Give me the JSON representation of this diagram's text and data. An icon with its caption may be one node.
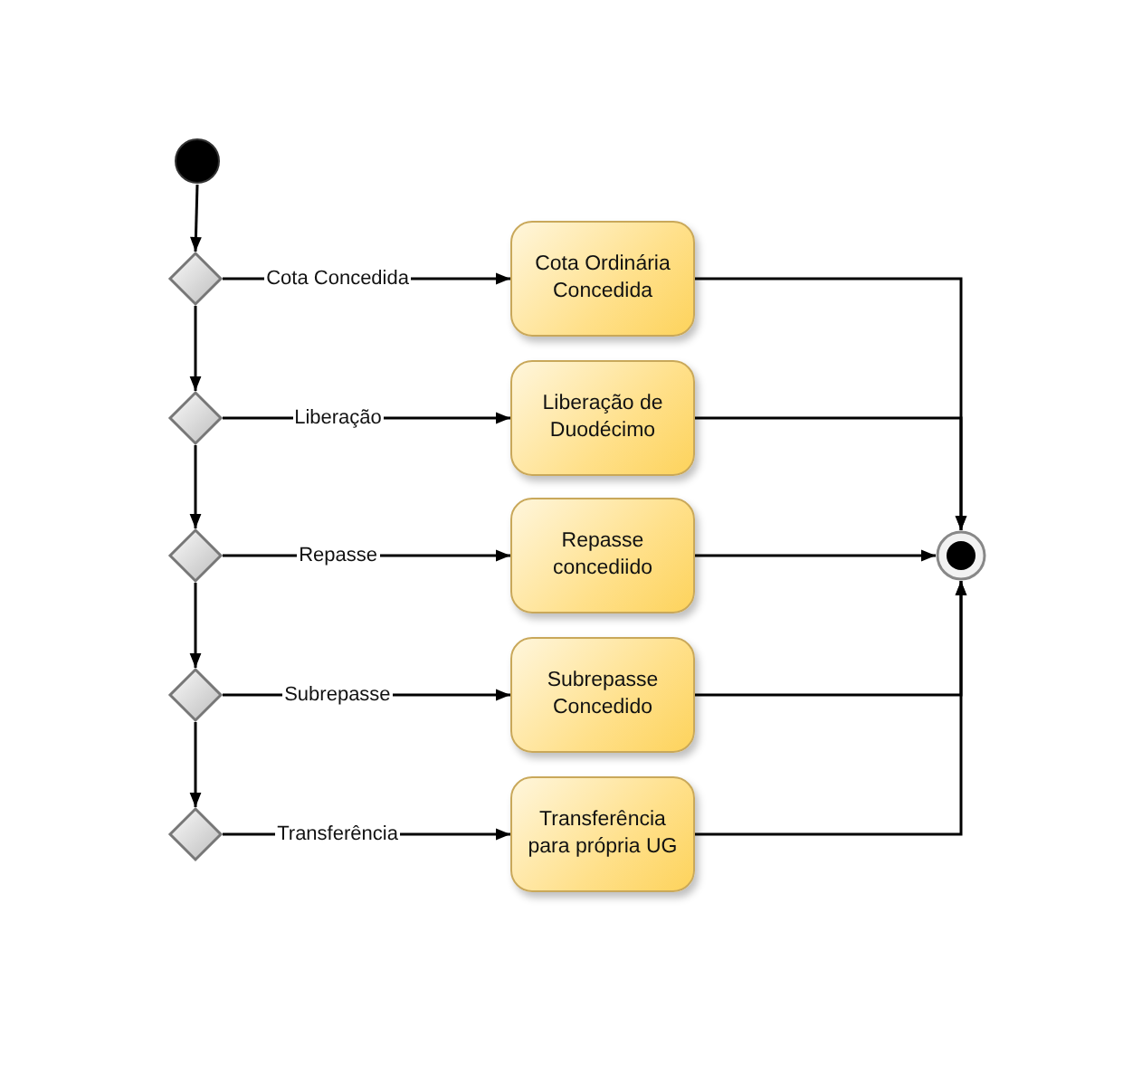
{
  "diagram": {
    "nodes": [
      {
        "text": [],
        "shape": "circle"
      },
      {
        "text": [],
        "shape": "diamond"
      },
      {
        "text": [
          "Cota Ordinária Concedida"
        ]
      },
      {
        "text": [],
        "shape": "diamond"
      },
      {
        "text": [
          "Liberação de Duodécimo"
        ]
      },
      {
        "text": [],
        "shape": "diamond"
      },
      {
        "text": [
          "Repasse concediido"
        ]
      },
      {
        "text": [],
        "shape": "diamond"
      },
      {
        "text": [
          "Subrepasse Concedido"
        ]
      },
      {
        "text": [],
        "shape": "diamond"
      },
      {
        "text": [
          "Transferência para própria UG"
        ]
      },
      {
        "text": [],
        "shape": "circle"
      }
    ],
    "edges": [
      {
        "from": 0,
        "to": 1,
        "arrow": "to"
      },
      {
        "from": 1,
        "to": 2,
        "label": "Cota Concedida",
        "arrow": "to"
      },
      {
        "from": 1,
        "to": 3,
        "arrow": "to"
      },
      {
        "from": 3,
        "to": 4,
        "label": "Liberação",
        "arrow": "to"
      },
      {
        "from": 3,
        "to": 5,
        "arrow": "to"
      },
      {
        "from": 5,
        "to": 6,
        "label": "Repasse",
        "arrow": "to"
      },
      {
        "from": 5,
        "to": 7,
        "arrow": "to"
      },
      {
        "from": 7,
        "to": 8,
        "label": "Subrepasse",
        "arrow": "to"
      },
      {
        "from": 7,
        "to": 9,
        "arrow": "to"
      },
      {
        "from": 9,
        "to": 10,
        "label": "Transferência",
        "arrow": "to"
      },
      {
        "from": 2,
        "to": 11,
        "arrow": "to"
      },
      {
        "from": 4,
        "to": 11,
        "arrow": "to"
      },
      {
        "from": 6,
        "to": 11,
        "arrow": "to"
      },
      {
        "from": 8,
        "to": 11,
        "arrow": "to"
      },
      {
        "from": 10,
        "to": 11,
        "arrow": "to"
      }
    ]
  }
}
